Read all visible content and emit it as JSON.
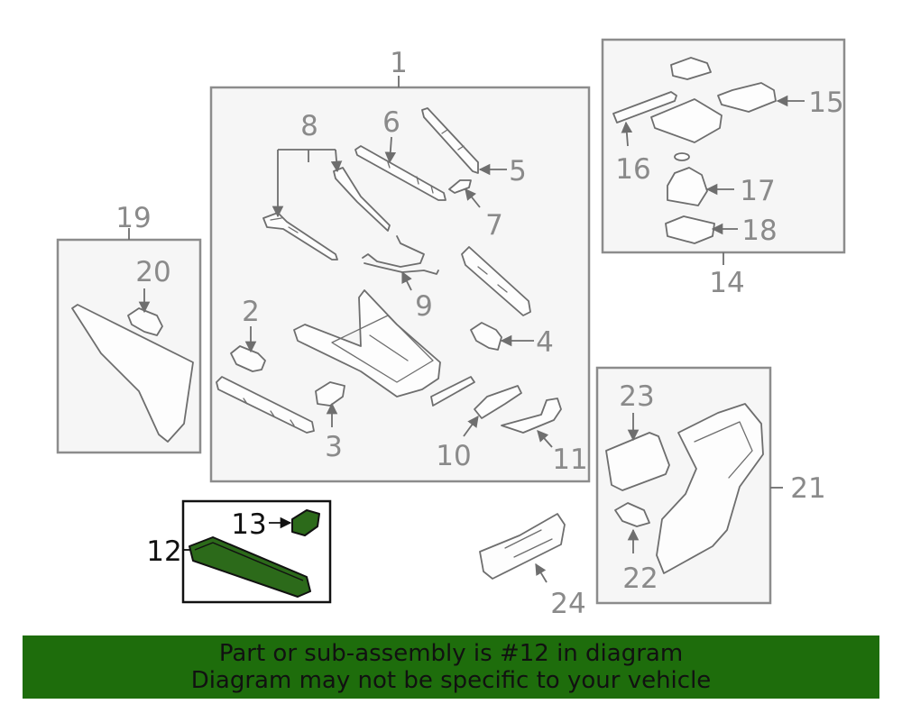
{
  "colors": {
    "highlight_part": "#2c6a1a",
    "banner_background": "#1e6d0c",
    "callout_gray": "#8a8a8a",
    "callout_highlight": "#111111"
  },
  "callouts": {
    "c1": "1",
    "c2": "2",
    "c3": "3",
    "c4": "4",
    "c5": "5",
    "c6": "6",
    "c7": "7",
    "c8": "8",
    "c9": "9",
    "c10": "10",
    "c11": "11",
    "c12": "12",
    "c13": "13",
    "c14": "14",
    "c15": "15",
    "c16": "16",
    "c17": "17",
    "c18": "18",
    "c19": "19",
    "c20": "20",
    "c21": "21",
    "c22": "22",
    "c23": "23",
    "c24": "24"
  },
  "highlighted_part": "12",
  "banner": {
    "line1": "Part or sub-assembly is #12 in diagram",
    "line2": "Diagram may not be specific to your vehicle"
  }
}
